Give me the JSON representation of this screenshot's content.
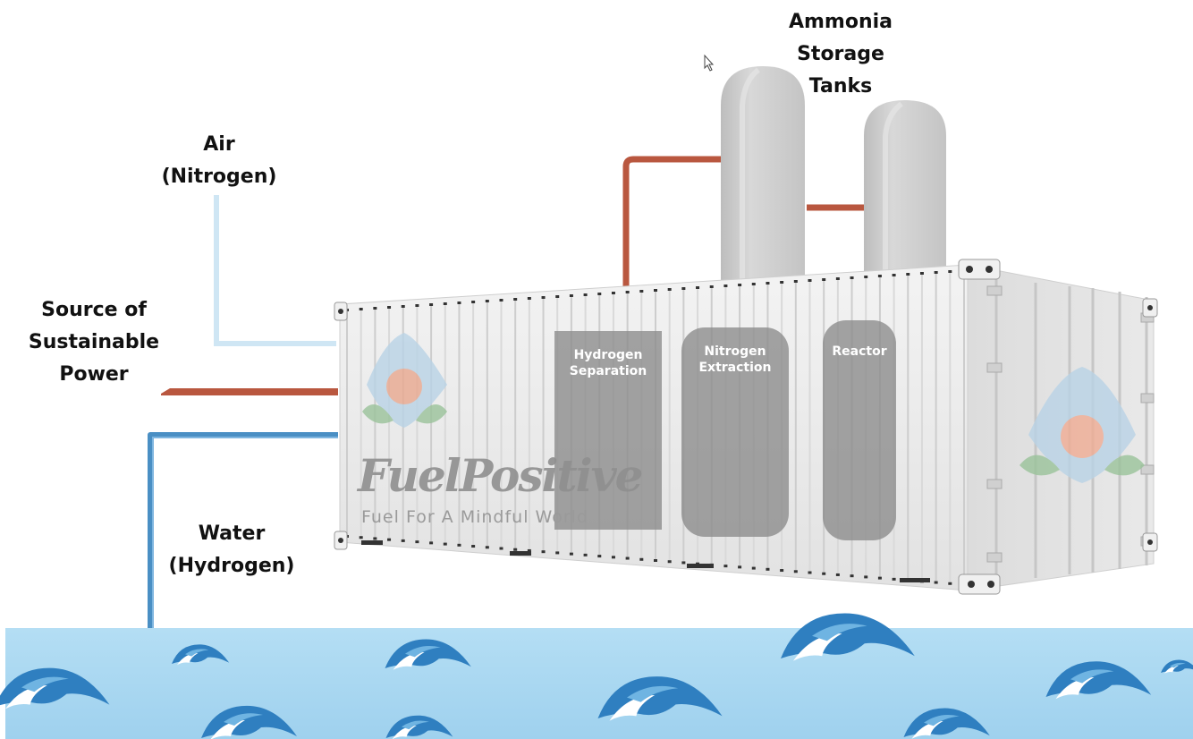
{
  "labels": {
    "air": [
      "Air",
      "(Nitrogen)"
    ],
    "power": [
      "Source of",
      "Sustainable",
      "Power"
    ],
    "water": [
      "Water",
      "(Hydrogen)"
    ],
    "tanks": [
      "Ammonia",
      "Storage",
      "Tanks"
    ]
  },
  "modules": {
    "hydrogen": [
      "Hydrogen",
      "Separation"
    ],
    "nitrogen": [
      "Nitrogen",
      "Extraction"
    ],
    "reactor": [
      "Reactor"
    ]
  },
  "brand": {
    "name": "FuelPositive",
    "tagline": "Fuel For A Mindful World"
  },
  "colors": {
    "air_pipe": "#cde4f2",
    "power_pipe": "#b9573f",
    "water_pipe": "#4a8fc4",
    "water": "#a9d8f2",
    "container": "#ececec",
    "module": "#8a8a8a"
  }
}
